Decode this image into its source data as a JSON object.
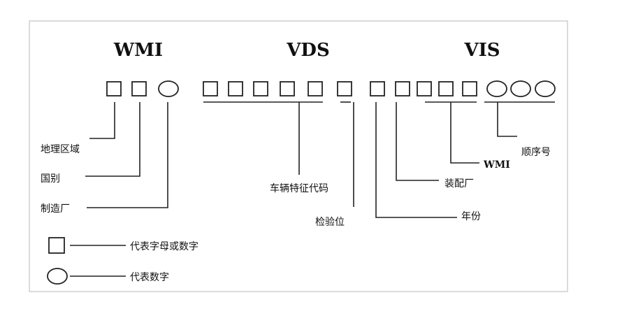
{
  "sections": {
    "wmi": "WMI",
    "vds": "VDS",
    "vis": "VIS"
  },
  "labels": {
    "region": "地理区域",
    "country": "国别",
    "manufacturer": "制造厂",
    "vehicle_features": "车辆特征代码",
    "check_digit": "检验位",
    "model_year": "年份",
    "assembly_plant": "装配厂",
    "vis_wmi": "WMI",
    "serial_number": "顺序号"
  },
  "legend": {
    "square_meaning": "代表字母或数字",
    "circle_meaning": "代表数字"
  },
  "colors": {
    "line": "#222222",
    "frame": "#cfcfcf"
  }
}
